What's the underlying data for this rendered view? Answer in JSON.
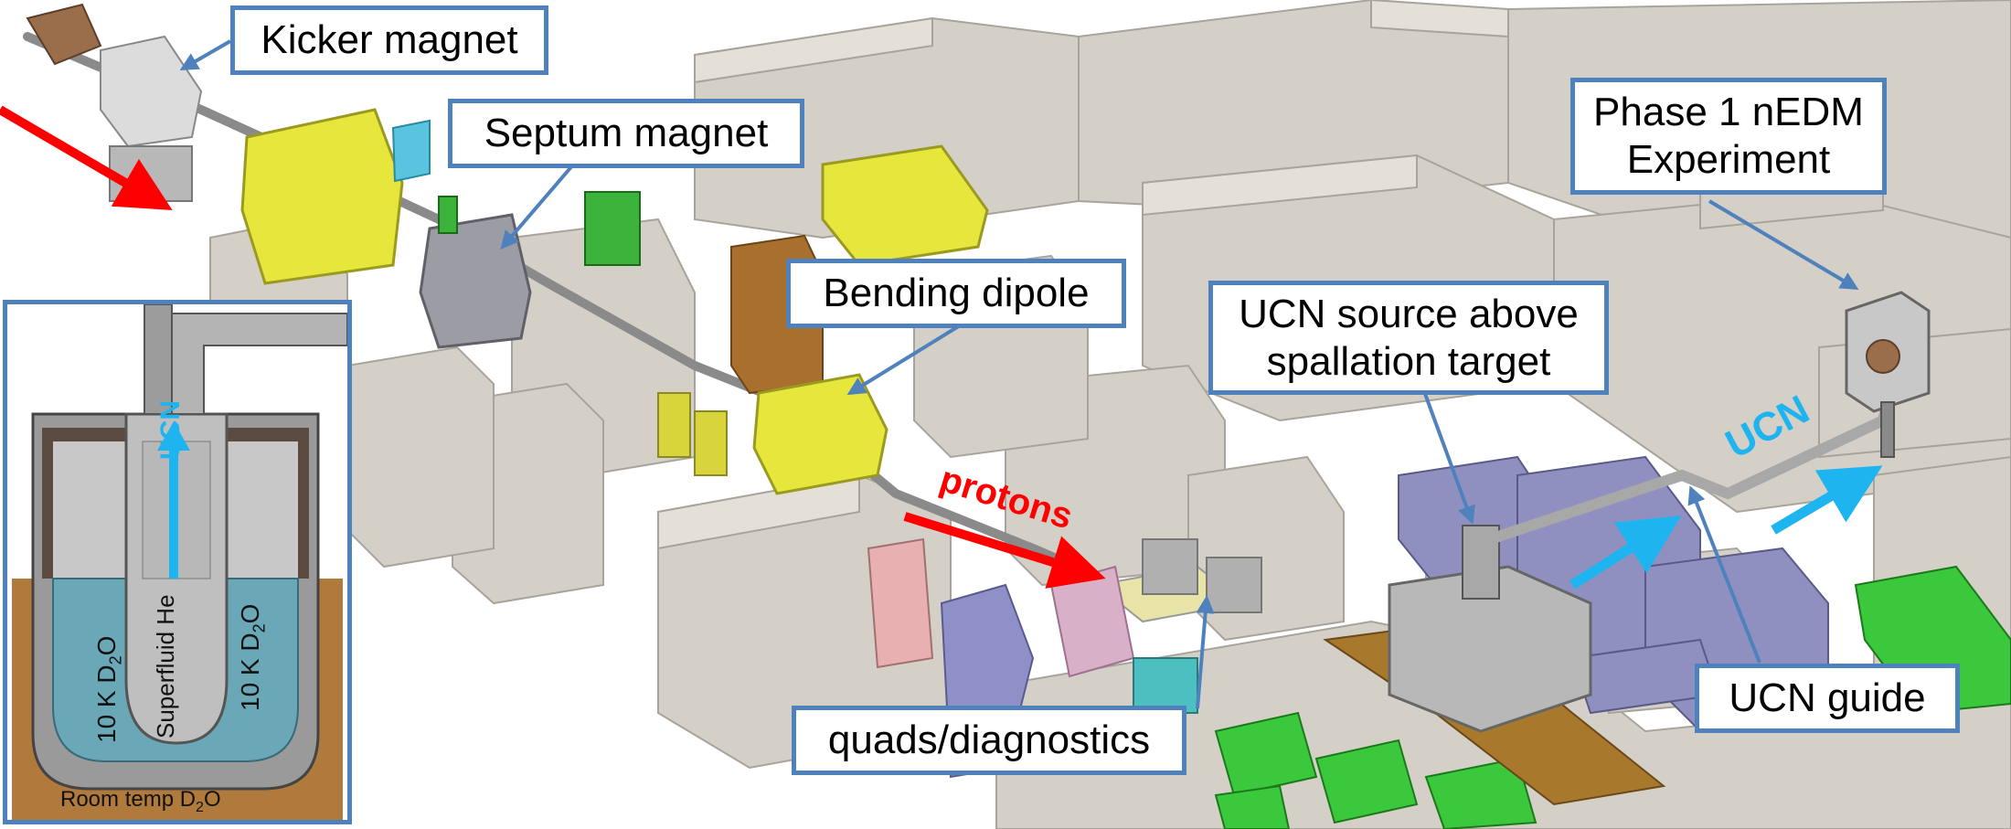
{
  "callouts": {
    "kicker": "Kicker magnet",
    "septum": "Septum magnet",
    "bending": "Bending dipole",
    "ucn_source_line1": "UCN source above",
    "ucn_source_line2": "spallation target",
    "nedm_line1": "Phase 1 nEDM",
    "nedm_line2": "Experiment",
    "quads": "quads/diagnostics",
    "ucn_guide": "UCN guide"
  },
  "beam_labels": {
    "protons": "protons",
    "ucn": "UCN"
  },
  "inset": {
    "ucn_vertical": "UCN",
    "left_d2o": "10 K D",
    "right_d2o": "10 K D",
    "he": "Superfluid He",
    "room": "Room temp D",
    "subscript": "2",
    "oxygen": "O"
  },
  "colors": {
    "callout_border": "#4f81bd",
    "proton_arrow": "#ff0000",
    "ucn_arrow": "#1eb4f0",
    "magnet_yellow": "#e6e63c",
    "shield_gray": "#d8d4cc",
    "source_purple": "#9090c0",
    "d2o_blue": "#6aa8b8",
    "room_d2o_brown": "#b07a3c"
  }
}
